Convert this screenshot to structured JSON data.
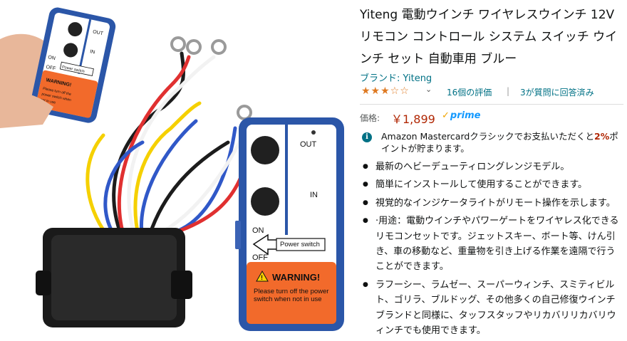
{
  "product": {
    "title": "Yiteng 電動ウインチ ワイヤレスウインチ 12V リモコン コントロール システム スイッチ ウインチ セット 自動車用 ブルー",
    "brand_label": "ブランド: Yiteng",
    "rating": {
      "stars_filled": 3,
      "stars_total": 5,
      "ratings_text": "16個の評価",
      "separator": "|",
      "qa_text": "3が質問に回答済み"
    },
    "price_label": "価格:",
    "price": "￥1,899",
    "prime_label": "prime",
    "promo": {
      "prefix": "Amazon Mastercardクラシックでお支払いただくと",
      "percent": "2%",
      "suffix": "ポイントが貯まります。"
    },
    "bullets": [
      "最新のヘビーデューティロングレンジモデル。",
      "簡単にインストールして使用することができます。",
      "視覚的なインジケータライトがリモート操作を示します。",
      "·用途：電動ウインチやパワーゲートをワイヤレス化できるリモコンセットです。ジェットスキー、ボート等、けん引き、車の移動など、重量物を引き上げる作業を遠隔で行うことができます。",
      "ラフーシー、ラムゼー、スーパーウィンチ、スミティビルト、ゴリラ、ブルドッグ、その他多くの自己修復ウインチブランドと同様に、タッフスタッフやリカバリリカバリウィンチでも使用できます。"
    ]
  },
  "image_labels": {
    "out": "OUT",
    "in": "IN",
    "on": "ON",
    "off": "OFF",
    "power_switch": "Power switch",
    "warning": "WARNING!",
    "warning_body": "Please turn off the power switch when not in use"
  },
  "colors": {
    "link": "#007185",
    "price": "#b12704",
    "star": "#de7921",
    "prime": "#1399ff",
    "remote_blue": "#2b56a8",
    "warning_orange": "#f26a2b"
  }
}
